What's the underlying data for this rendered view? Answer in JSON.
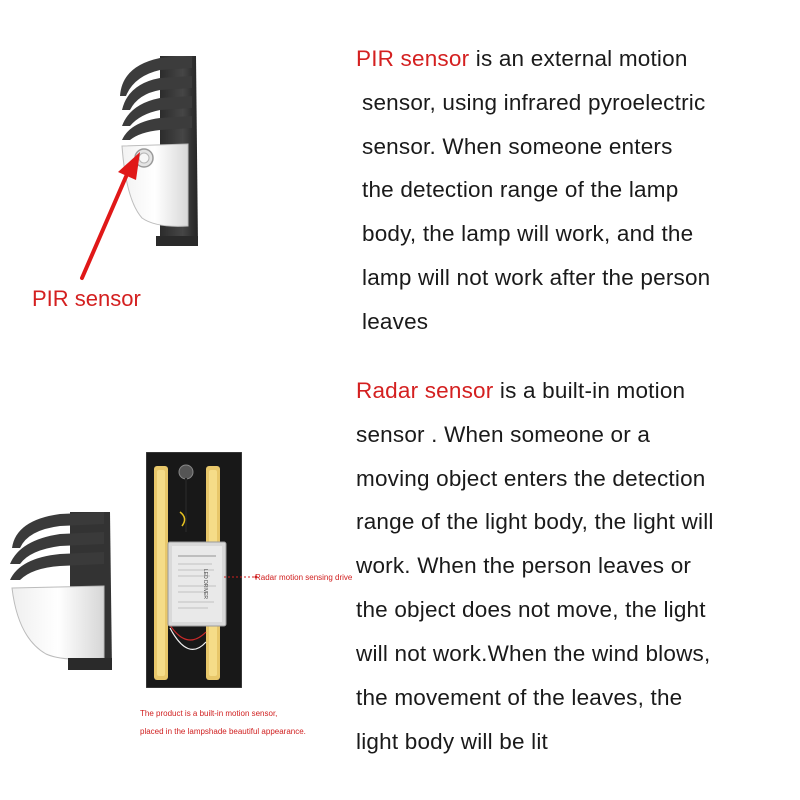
{
  "pir": {
    "label": "PIR sensor",
    "title": "PIR sensor",
    "lines": [
      " is an external motion",
      "sensor, using infrared pyroelectric",
      "sensor. When someone enters",
      "the detection range of the lamp",
      "body, the lamp will work, and the",
      "lamp will not work after the person",
      "leaves"
    ]
  },
  "radar": {
    "title": "Radar sensor",
    "lines": [
      " is a built-in motion",
      "sensor . When someone or a",
      "moving object enters the detection",
      "range of the light body, the light will",
      " work. When the person leaves or",
      "the object does not move, the light",
      "will not work.When the wind blows,",
      "the movement of the leaves, the",
      "light body will be lit"
    ],
    "driver_callout": "Radar motion sensing drive",
    "driver_label": "LED DRIVER",
    "caption_lines": [
      "The product is a built-in motion sensor,",
      "placed in the lampshade beautiful appearance."
    ]
  },
  "colors": {
    "accent": "#d42020",
    "text": "#1a1a1a",
    "lamp_body": "#3a3a3a"
  }
}
